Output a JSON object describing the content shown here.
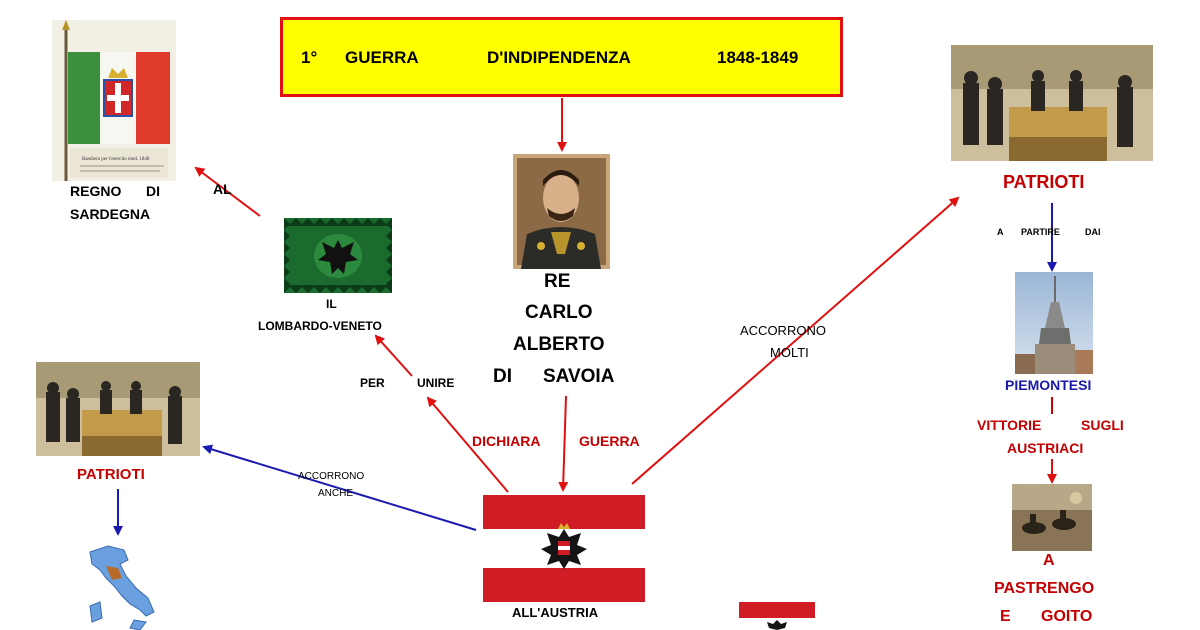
{
  "title": {
    "ordinal": "1°",
    "word1": "GUERRA",
    "word2": "D'INDIPENDENZA",
    "years": "1848-1849"
  },
  "central": {
    "line1": "RE",
    "line2": "CARLO",
    "line3": "ALBERTO",
    "line4a": "DI",
    "line4b": "SAVOIA"
  },
  "war": {
    "word1": "DICHIARA",
    "word2": "GUERRA"
  },
  "austria": {
    "label": "ALL'AUSTRIA"
  },
  "lombardo": {
    "line1": "IL",
    "line2": "LOMBARDO-VENETO",
    "per": "PER",
    "unire": "UNIRE"
  },
  "sardegna": {
    "line1a": "REGNO",
    "line1b": "DI",
    "line2": "SARDEGNA",
    "al": "AL",
    "flag_caption": "Bandiera per l'esercito mod. 1848"
  },
  "left_patriots": {
    "label": "PATRIOTI",
    "arrow_line1": "ACCORRONO",
    "arrow_line2": "ANCHE"
  },
  "right_patriots": {
    "label": "PATRIOTI",
    "arrow_line1": "ACCORRONO",
    "arrow_line2": "MOLTI",
    "from_a": "A",
    "from_partire": "PARTIRE",
    "from_dai": "DAI",
    "piemontesi": "PIEMONTESI",
    "vittorie": "VITTORIE",
    "sugli": "SUGLI",
    "austriaci": "AUSTRIACI",
    "battle_a": "A",
    "battle_pastrengo": "PASTRENGO",
    "battle_e": "E",
    "battle_goito": "GOITO"
  },
  "colors": {
    "arrow_red": "#e01010",
    "arrow_blue": "#1a1ab0",
    "title_fill": "#ffff00",
    "label_red": "#c40000",
    "label_blue": "#1a1aa8"
  }
}
